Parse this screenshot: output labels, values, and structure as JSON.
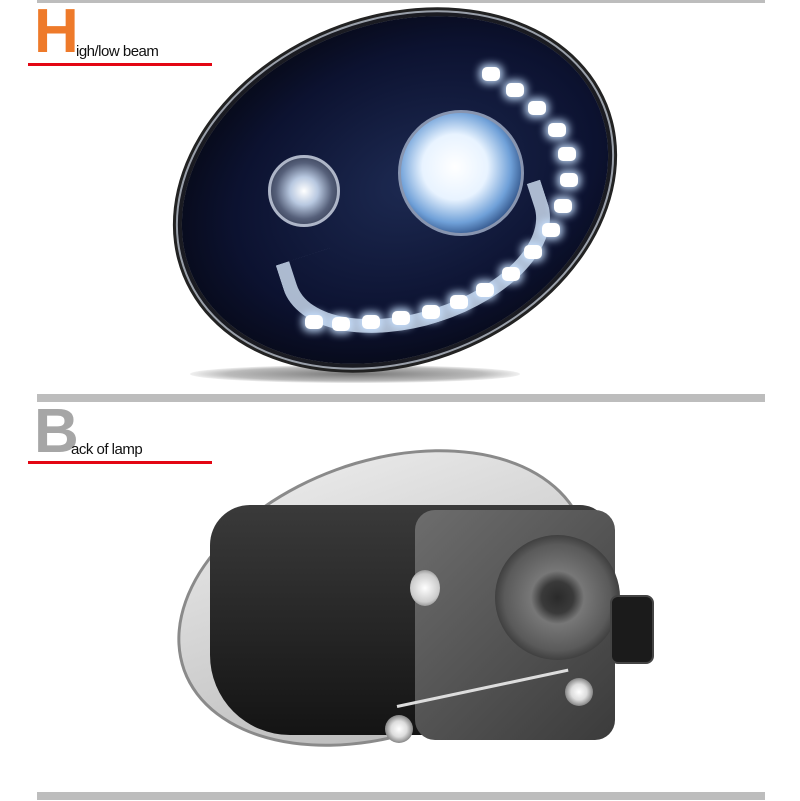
{
  "sections": [
    {
      "initial": "H",
      "label_rest": "igh/low beam",
      "initial_color": "#ee7a2a",
      "underline_color": "#e30613",
      "image": "headlight-front-lit"
    },
    {
      "initial": "B",
      "label_rest": "ack of lamp",
      "initial_color": "#a6a6a6",
      "underline_color": "#e30613",
      "image": "headlight-back-housing"
    }
  ],
  "colors": {
    "divider": "#bdbdbd",
    "background": "#ffffff"
  }
}
